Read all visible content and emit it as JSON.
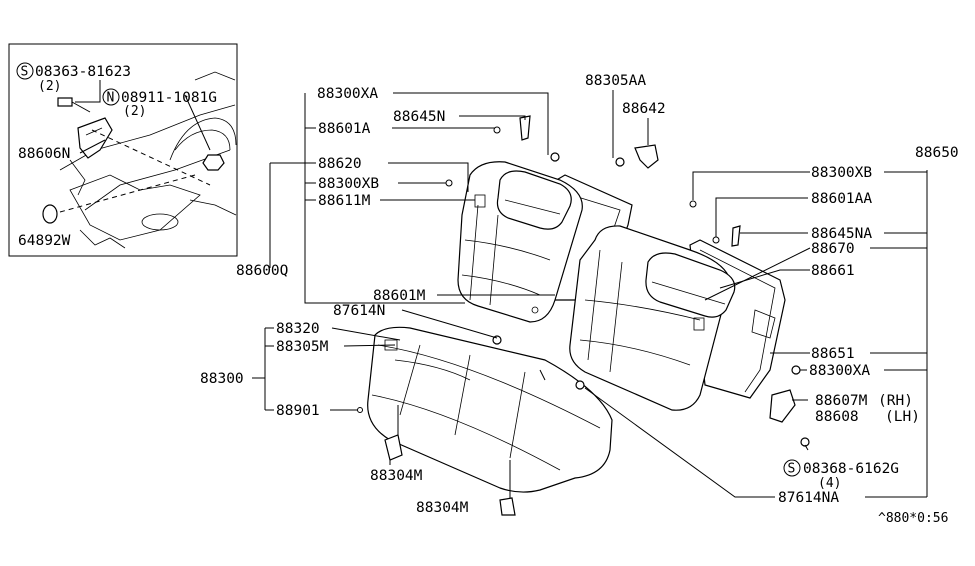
{
  "inset": {
    "screw_label": "08363-81623",
    "screw_qty": "(2)",
    "nut_label": "08911-1081G",
    "nut_qty": "(2)",
    "bracket_label": "88606N",
    "plug_label": "64892W"
  },
  "labels": {
    "p88300XA_top": "88300XA",
    "p88645N": "88645N",
    "p88601A": "88601A",
    "p88620": "88620",
    "p88300XB_left": "88300XB",
    "p88611M": "88611M",
    "p88600Q": "88600Q",
    "p88601M": "88601M",
    "p87614N": "87614N",
    "p88320": "88320",
    "p88305M": "88305M",
    "p88300": "88300",
    "p88901": "88901",
    "p88304M_a": "88304M",
    "p88304M_b": "88304M",
    "p88305AA": "88305AA",
    "p88642": "88642",
    "p88650": "88650",
    "p88300XB_right": "88300XB",
    "p88601AA": "88601AA",
    "p88645NA": "88645NA",
    "p88670": "88670",
    "p88661": "88661",
    "p88651": "88651",
    "p88300XA_right": "88300XA",
    "p88607M": "88607M",
    "p88607M_side": "(RH)",
    "p88608": "88608",
    "p88608_side": "(LH)",
    "p08368": "08368-6162G",
    "p08368_qty": "(4)",
    "p87614NA": "87614NA",
    "ref_code": "^880*0:56"
  },
  "symbols": {
    "screw_mark": "S",
    "nut_mark": "N"
  },
  "icons": {
    "screw": "screw-symbol-icon",
    "nut": "nut-symbol-icon"
  }
}
